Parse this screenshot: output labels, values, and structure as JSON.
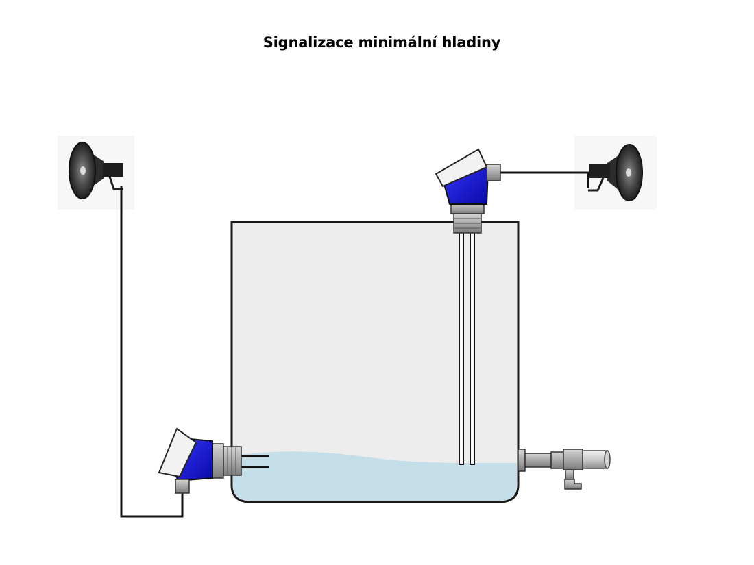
{
  "title": "Signalizace minimální hladiny",
  "colors": {
    "tank_fill": "#ededed",
    "tank_outline": "#1a1a1a",
    "water": "#c3dde9",
    "sensor_body": "#1a1add",
    "sensor_cap": "#f2f2f2",
    "fitting": "#b4b4b4",
    "horn": "#2c2c2c"
  },
  "components": {
    "tank": "tank",
    "level_sensor_side": "blue-head-level-switch",
    "level_sensor_top": "blue-head-level-switch-with-rods",
    "horn_left": "horn-speaker-icon",
    "horn_right": "horn-speaker-icon",
    "outlet_pipe": "pipe-with-tee"
  }
}
